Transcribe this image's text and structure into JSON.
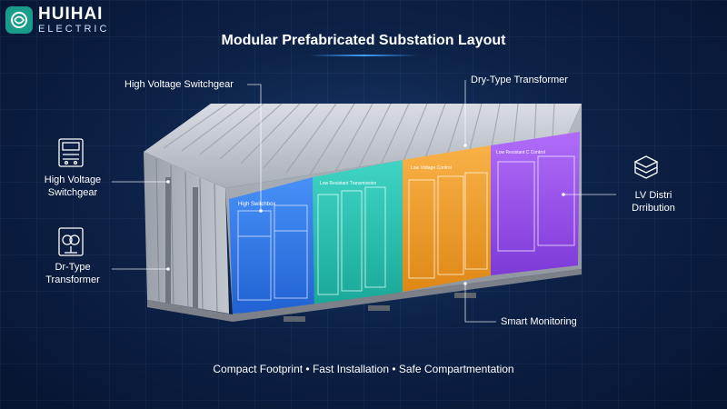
{
  "brand": {
    "name": "HUIHAI",
    "sub": "ELECTRIC"
  },
  "title": "Modular Prefabricated Substation Layout",
  "callouts": {
    "hv_switchgear_top": "High Voltage Switchgear",
    "dry_type_transformer_top": "Dry-Type Transformer",
    "hv_switchgear_left_1": "High Voltage",
    "hv_switchgear_left_2": "Switchgear",
    "transformer_left_1": "Dr-Type",
    "transformer_left_2": "Transformer",
    "lv_distribution_1": "LV Distri",
    "lv_distribution_2": "Drribution",
    "smart_monitoring": "Smart Monitoring"
  },
  "compartments": [
    {
      "label": "High Switchbox",
      "color": "#2f7cf6"
    },
    {
      "label": "Low Resistant Transmission",
      "color": "#1fc7b4"
    },
    {
      "label": "Low Voltage Control",
      "color": "#f39a1c"
    },
    {
      "label": "Low Resistant C Control",
      "color": "#9a48f0"
    }
  ],
  "footer": "Compact Footprint • Fast Installation • Safe Compartmentation",
  "icons": [
    "switchgear-icon",
    "transformer-icon",
    "stacked-servers-icon",
    "logo-icon"
  ]
}
